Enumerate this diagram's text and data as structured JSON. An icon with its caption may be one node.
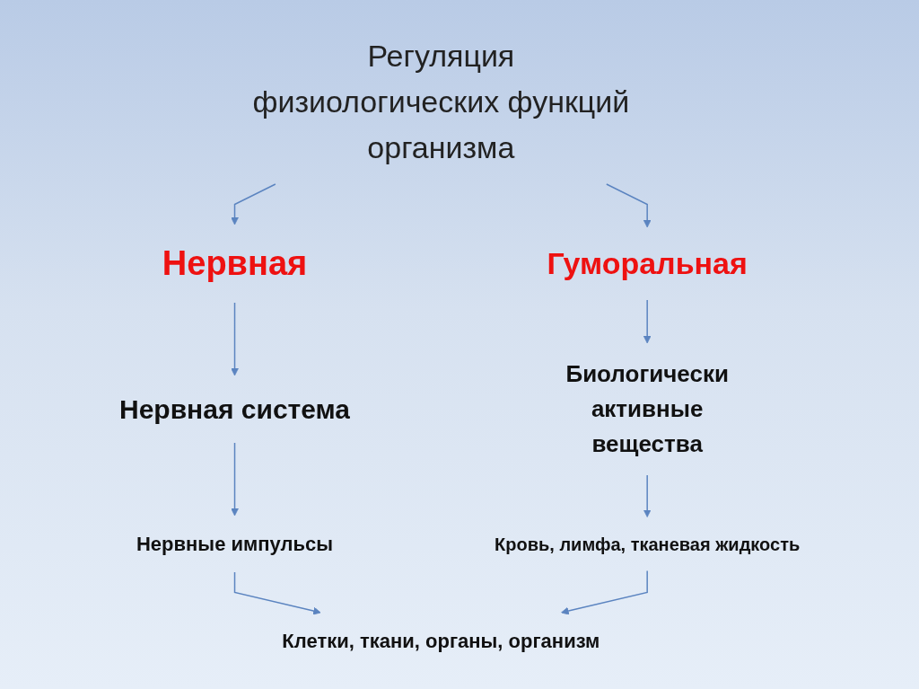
{
  "diagram": {
    "nodes": [
      {
        "text": [
          "Регуляция физиологических функций организма"
        ]
      },
      {
        "text": [
          "Нервная"
        ]
      },
      {
        "text": [
          "Гуморальная"
        ]
      },
      {
        "text": [
          "Нервная система"
        ]
      },
      {
        "text": [
          "Биологически активные вещества"
        ]
      },
      {
        "text": [
          "Нервные импульсы"
        ]
      },
      {
        "text": [
          "Кровь, лимфа, тканевая жидкость"
        ]
      },
      {
        "text": [
          "Клетки, ткани, органы, организм"
        ]
      }
    ],
    "edges": [
      {
        "from": 0,
        "to": 1,
        "arrow": "to"
      },
      {
        "from": 0,
        "to": 2,
        "arrow": "to"
      },
      {
        "from": 1,
        "to": 3,
        "arrow": "to"
      },
      {
        "from": 2,
        "to": 4,
        "arrow": "to"
      },
      {
        "from": 3,
        "to": 5,
        "arrow": "to"
      },
      {
        "from": 4,
        "to": 6,
        "arrow": "to"
      },
      {
        "from": 5,
        "to": 7,
        "arrow": "to"
      },
      {
        "from": 6,
        "to": 7,
        "arrow": "to"
      }
    ]
  }
}
